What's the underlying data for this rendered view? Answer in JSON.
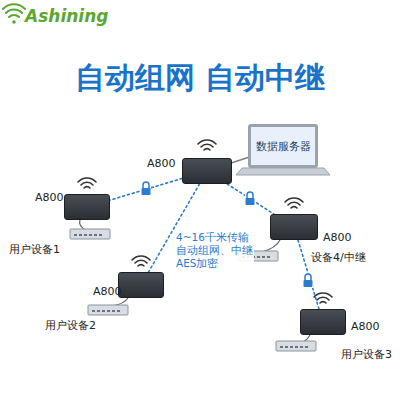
{
  "diagram": {
    "title": "自动组网 自动中继",
    "nodes": [
      {
        "text": [
          "A800"
        ]
      },
      {
        "text": [
          "数据服务器"
        ]
      },
      {
        "text": [
          "A800",
          "用户设备1"
        ]
      },
      {
        "text": [
          "A800",
          "设备4/中继"
        ]
      },
      {
        "text": [
          "A800",
          "用户设备2"
        ]
      },
      {
        "text": [
          "A800",
          "用户设备3"
        ]
      }
    ],
    "edges": [
      {
        "from": 0,
        "to": 1,
        "arrow": "none"
      },
      {
        "from": 0,
        "to": 2,
        "arrow": "none"
      },
      {
        "from": 0,
        "to": 4,
        "label": "4~16千米传输 自动组网、中继 AES加密",
        "arrow": "none"
      },
      {
        "from": 0,
        "to": 3,
        "arrow": "none"
      },
      {
        "from": 3,
        "to": 5,
        "arrow": "none"
      }
    ],
    "labels": [
      "Ashining"
    ]
  }
}
